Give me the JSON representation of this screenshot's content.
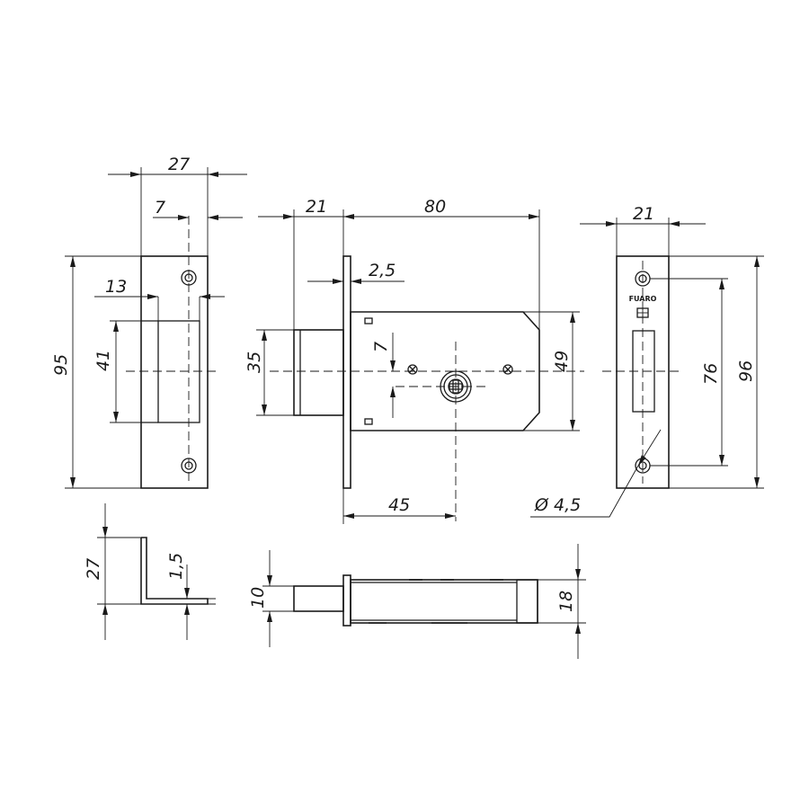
{
  "brand": "FUARO",
  "strike": {
    "width_27": "27",
    "lip_7": "7",
    "recess_13": "13",
    "height_95": "95",
    "opening_41": "41"
  },
  "lock": {
    "backset_80": "80",
    "bolt_21": "21",
    "plate_2_5": "2,5",
    "bolt_height_35": "35",
    "cyl_offset_7": "7",
    "body_height_49": "49",
    "cyl_45": "45"
  },
  "faceplate": {
    "width_21": "21",
    "holes_76": "76",
    "height_96": "96",
    "hole_dia": "Ø 4,5"
  },
  "strike_side": {
    "height_27": "27",
    "thickness_1_5": "1,5"
  },
  "lock_top": {
    "bolt_10": "10",
    "body_18": "18"
  }
}
